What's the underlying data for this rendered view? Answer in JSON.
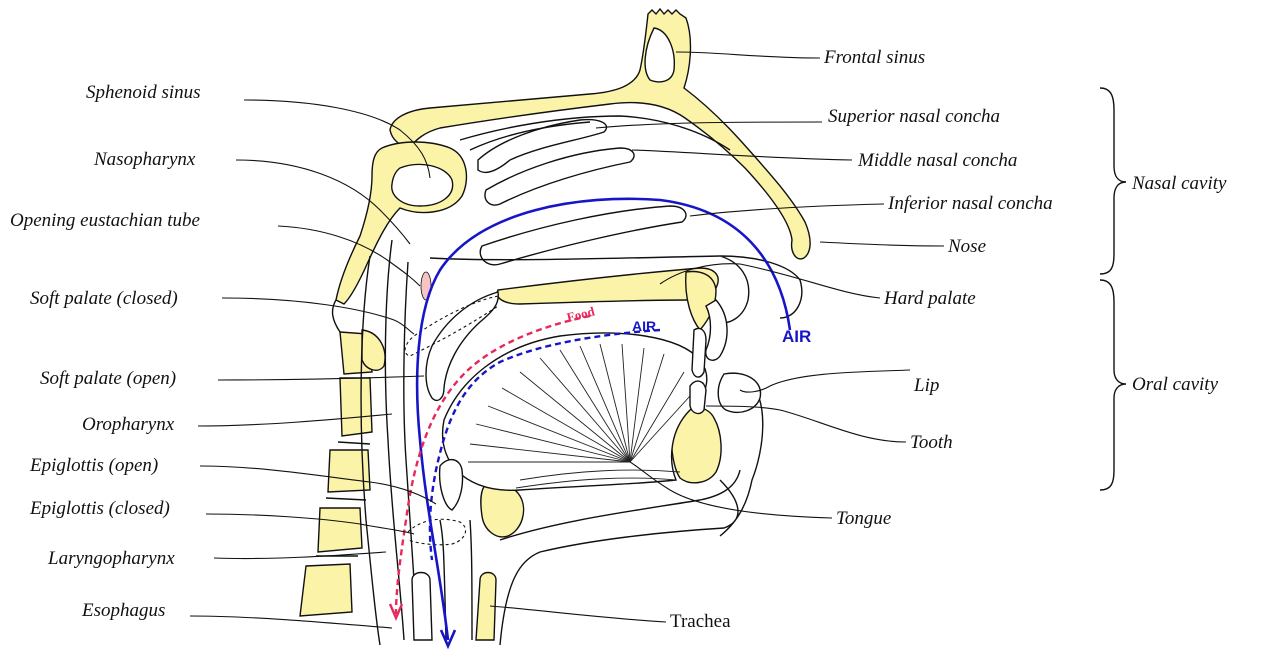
{
  "colors": {
    "bone": "#fbf3a8",
    "air": "#1616c8",
    "food": "#e8285a",
    "tube_opening": "#f7c4c4",
    "outline": "#111111"
  },
  "labels": {
    "frontal_sinus": "Frontal sinus",
    "sphenoid_sinus": "Sphenoid sinus",
    "superior_nasal_concha": "Superior nasal concha",
    "middle_nasal_concha": "Middle nasal concha",
    "nasopharynx": "Nasopharynx",
    "inferior_nasal_concha": "Inferior nasal concha",
    "opening_eustachian_tube": "Opening eustachian tube",
    "nose": "Nose",
    "soft_palate_closed": "Soft palate (closed)",
    "hard_palate": "Hard palate",
    "soft_palate_open": "Soft palate (open)",
    "lip": "Lip",
    "oropharynx": "Oropharynx",
    "tooth": "Tooth",
    "epiglottis_open": "Epiglottis (open)",
    "epiglottis_closed": "Epiglottis (closed)",
    "tongue": "Tongue",
    "laryngopharynx": "Laryngopharynx",
    "esophagus": "Esophagus",
    "trachea": "Trachea"
  },
  "regions": {
    "nasal_cavity": "Nasal cavity",
    "oral_cavity": "Oral cavity"
  },
  "flow_labels": {
    "air_outer": "AIR",
    "air_inner": "AIR",
    "food": "Food"
  }
}
